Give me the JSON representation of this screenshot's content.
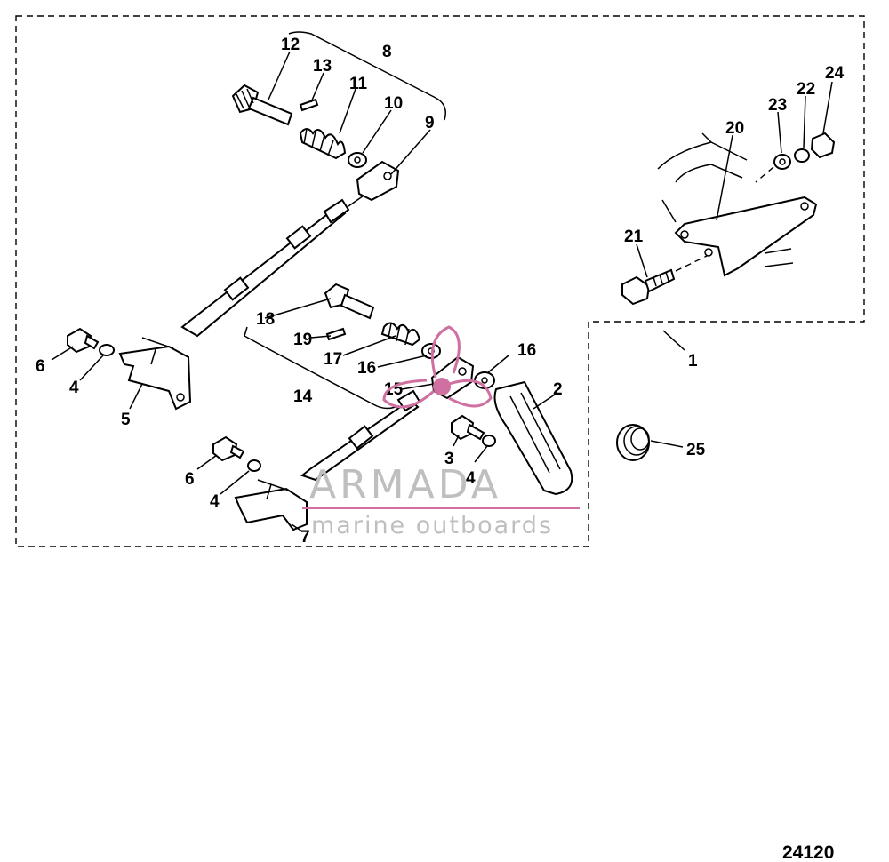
{
  "diagram": {
    "figure_number": "24120",
    "watermark": {
      "brand": "ARMADA",
      "tagline": "marine outboards",
      "accent_color": "#d070a0"
    },
    "callouts": {
      "c1": "1",
      "c2": "2",
      "c3": "3",
      "c4a": "4",
      "c4b": "4",
      "c4c": "4",
      "c5": "5",
      "c6a": "6",
      "c6b": "6",
      "c7": "7",
      "c8": "8",
      "c9": "9",
      "c10": "10",
      "c11": "11",
      "c12": "12",
      "c13": "13",
      "c14": "14",
      "c15": "15",
      "c16a": "16",
      "c16b": "16",
      "c17": "17",
      "c18": "18",
      "c19": "19",
      "c20": "20",
      "c21": "21",
      "c22": "22",
      "c23": "23",
      "c24": "24",
      "c25": "25"
    }
  }
}
